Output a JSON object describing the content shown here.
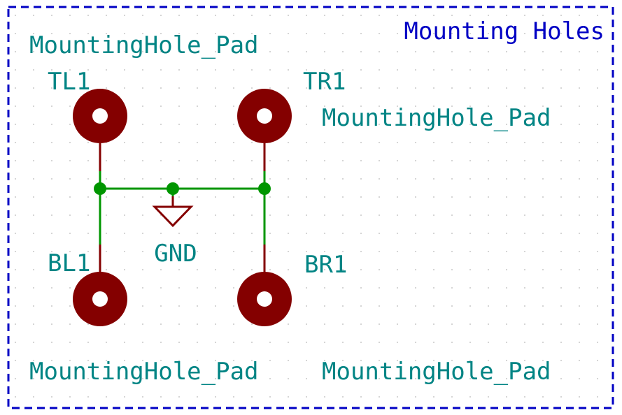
{
  "sheet": {
    "title": "Mounting Holes"
  },
  "components": [
    {
      "reference": "TL1",
      "value": "MountingHole_Pad"
    },
    {
      "reference": "TR1",
      "value": "MountingHole_Pad"
    },
    {
      "reference": "BL1",
      "value": "MountingHole_Pad"
    },
    {
      "reference": "BR1",
      "value": "MountingHole_Pad"
    }
  ],
  "power": {
    "label": "GND"
  },
  "colors": {
    "border": "#0000c4",
    "label": "#008484",
    "pad": "#840000",
    "wire": "#009600",
    "junction": "#009600",
    "grid_dot": "#c8c8c8",
    "background": "#ffffff"
  }
}
